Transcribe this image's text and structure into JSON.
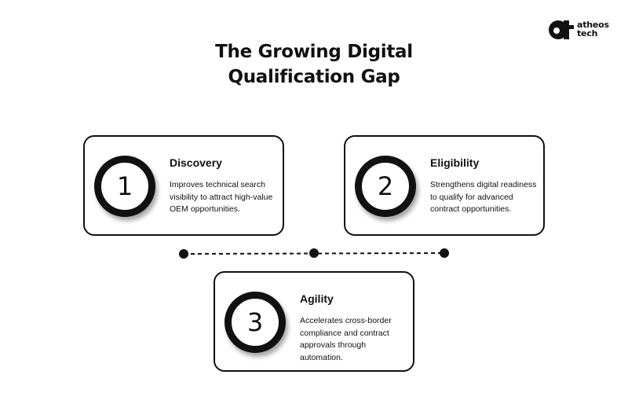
{
  "brand": {
    "logo_line1": "atheos",
    "logo_line2": "tech",
    "color": "#111111"
  },
  "title": {
    "line1": "The Growing Digital",
    "line2": "Qualification Gap"
  },
  "cards": [
    {
      "number": "1",
      "heading": "Discovery",
      "description": "Improves technical search visibility to attract high-value OEM opportunities."
    },
    {
      "number": "2",
      "heading": "Eligibility",
      "description": "Strengthens digital readiness to qualify for advanced contract opportunities."
    },
    {
      "number": "3",
      "heading": "Agility",
      "description": "Accelerates cross-border compliance and contract approvals through automation."
    }
  ]
}
